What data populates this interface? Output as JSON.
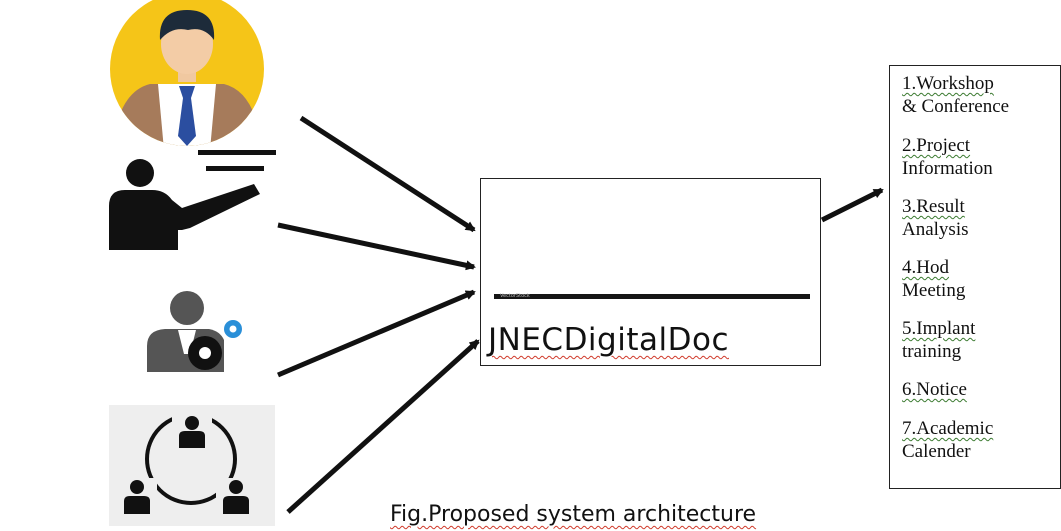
{
  "system": {
    "name": "JNECDigitalDoc",
    "watermark": "VectorStock"
  },
  "actors": [
    {
      "id": "student",
      "icon": "student-avatar-icon"
    },
    {
      "id": "teacher",
      "icon": "teacher-at-board-icon"
    },
    {
      "id": "admin",
      "icon": "admin-user-gears-icon"
    },
    {
      "id": "team",
      "icon": "team-network-icon"
    }
  ],
  "modules": [
    {
      "lines": [
        "1.Workshop",
        "& Conference"
      ]
    },
    {
      "lines": [
        "2.Project",
        "Information"
      ]
    },
    {
      "lines": [
        "3.Result",
        "Analysis"
      ]
    },
    {
      "lines": [
        "4.Hod",
        "Meeting"
      ]
    },
    {
      "lines": [
        "5.Implant",
        "training"
      ]
    },
    {
      "lines": [
        "6.Notice"
      ]
    },
    {
      "lines": [
        "7.Academic",
        "Calender"
      ]
    }
  ],
  "caption": "Fig.Proposed system architecture",
  "colors": {
    "accent_yellow": "#f5c518",
    "tie_blue": "#2b4ea0",
    "gear_blue": "#2a8fd8",
    "icon_dark": "#111111"
  }
}
